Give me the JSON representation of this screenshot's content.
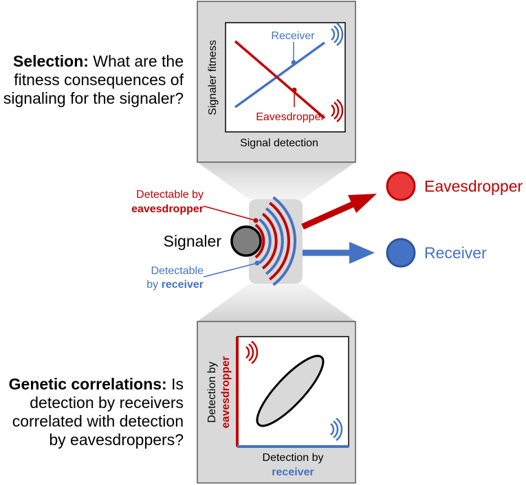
{
  "selection": {
    "heading": "Selection:",
    "line1_rest": " What are the",
    "line2": "fitness consequences of",
    "line3": "signaling for the signaler?"
  },
  "genetic": {
    "heading": "Genetic correlations:",
    "line1_rest": " Is",
    "line2": "detection by receivers",
    "line3": "correlated with detection",
    "line4": "by eavesdroppers?"
  },
  "top_plot": {
    "ylabel": "Signaler fitness",
    "xlabel": "Signal detection",
    "receiver_label": "Receiver",
    "eavesdropper_label": "Eavesdropper"
  },
  "bottom_plot": {
    "ylabel_line1": "Detection by",
    "ylabel_line2": "eavesdropper",
    "xlabel_line1": "Detection by",
    "xlabel_line2": "receiver"
  },
  "center": {
    "signaler_label": "Signaler",
    "eaves_callout_line1": "Detectable by",
    "eaves_callout_line2": "eavesdropper",
    "receiver_callout_line1": "Detectable",
    "receiver_callout_prefix": "by ",
    "receiver_callout_bold": "receiver",
    "eavesdropper_node": "Eavesdropper",
    "receiver_node": "Receiver"
  },
  "colors": {
    "red": "#c00000",
    "blue": "#4472c4",
    "eaves_fill": "#e83a3a",
    "receiver_fill": "#4472c4",
    "signaler_fill": "#7f7f7f",
    "panel_gray": "#d9d9d9",
    "ellipse_fill": "#d9d9d9"
  }
}
